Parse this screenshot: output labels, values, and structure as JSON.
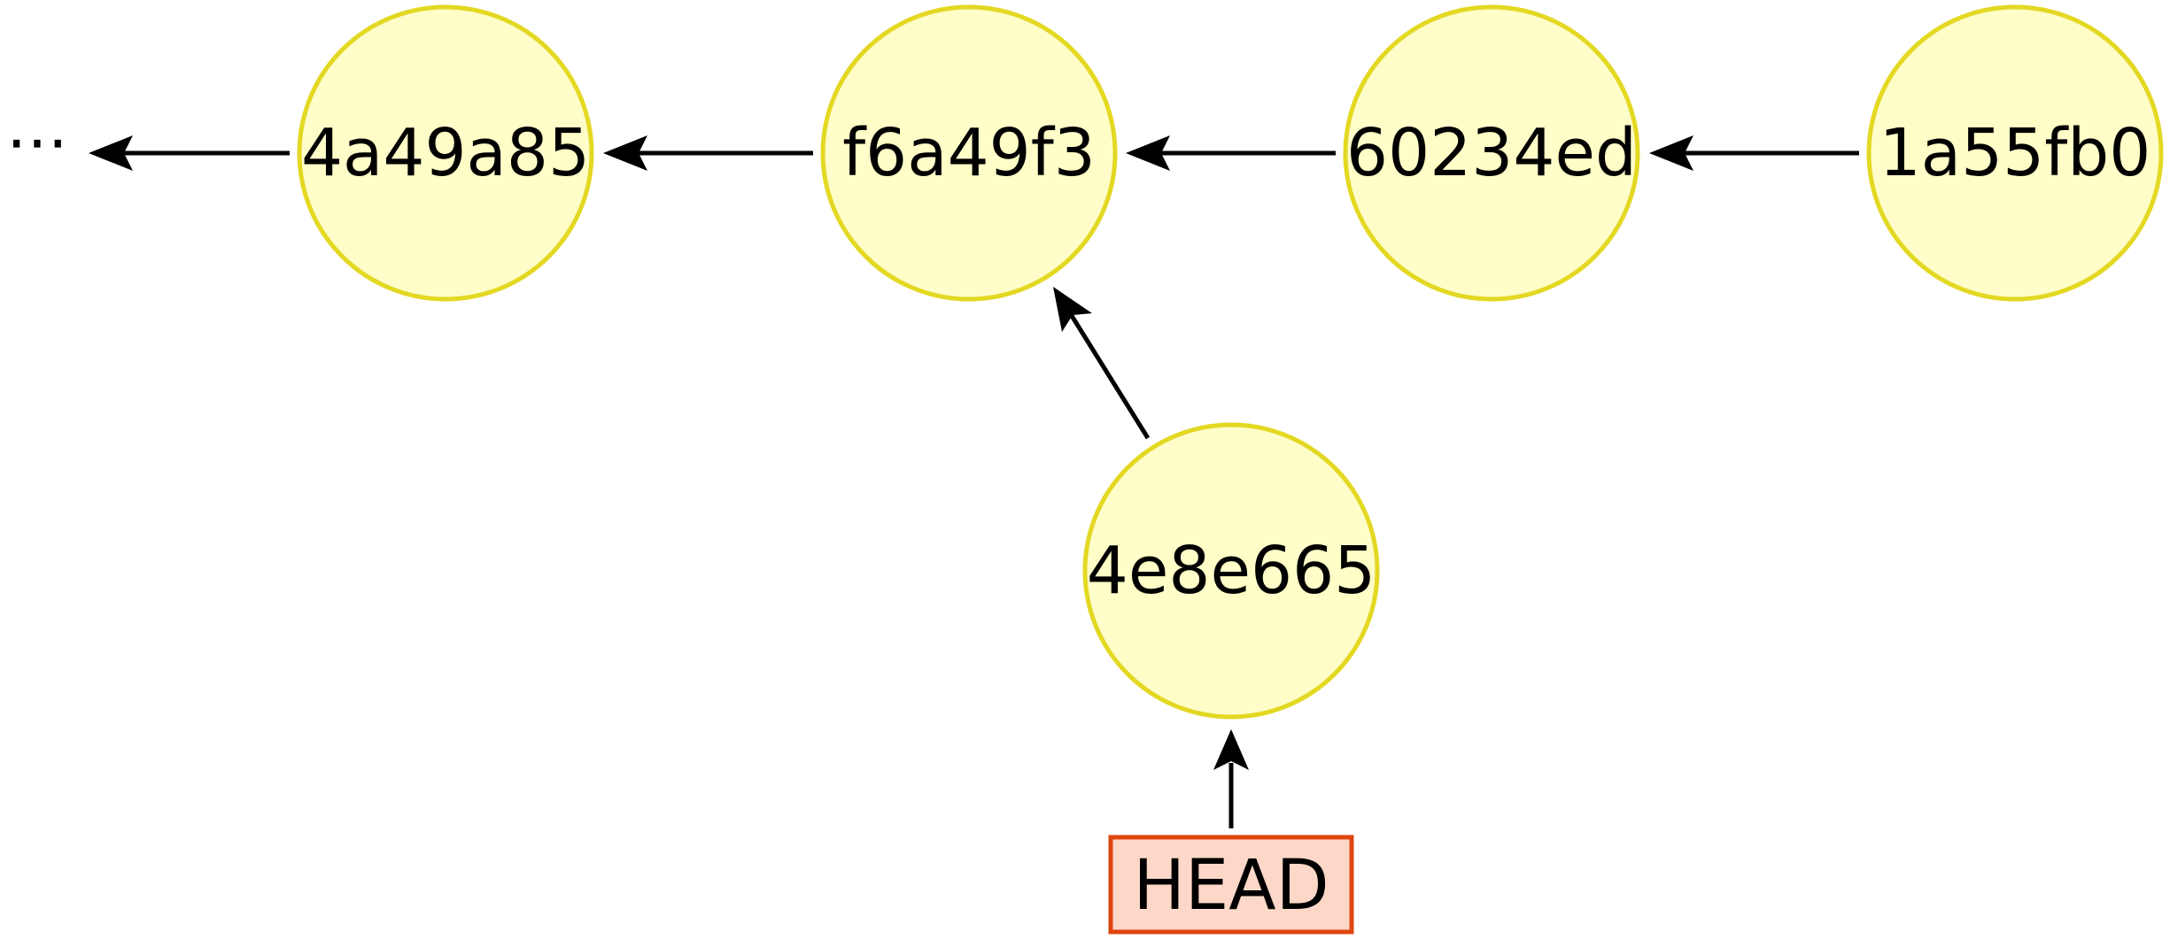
{
  "colors": {
    "commit_fill": "#FFFDC8",
    "commit_stroke": "#E3D822",
    "head_fill": "#FDD8C8",
    "head_stroke": "#E0450F",
    "arrow": "#000000"
  },
  "history_marker": "⋯",
  "commits": [
    {
      "id": "c1",
      "hash": "4a49a85"
    },
    {
      "id": "c2",
      "hash": "f6a49f3"
    },
    {
      "id": "c3",
      "hash": "60234ed"
    },
    {
      "id": "c4",
      "hash": "1a55fb0"
    },
    {
      "id": "c5",
      "hash": "4e8e665"
    }
  ],
  "ref": {
    "label": "HEAD",
    "target": "4e8e665"
  },
  "edges": [
    {
      "from": "4a49a85",
      "to": "⋯"
    },
    {
      "from": "f6a49f3",
      "to": "4a49a85"
    },
    {
      "from": "60234ed",
      "to": "f6a49f3"
    },
    {
      "from": "1a55fb0",
      "to": "60234ed"
    },
    {
      "from": "4e8e665",
      "to": "f6a49f3"
    },
    {
      "from": "HEAD",
      "to": "4e8e665"
    }
  ]
}
